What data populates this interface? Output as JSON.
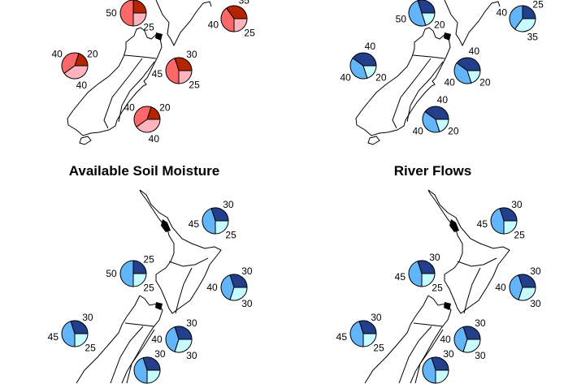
{
  "colors": {
    "temperature_like": {
      "above": "#B52300",
      "near": "#FF6868",
      "below": "#FFB3BC"
    },
    "water": {
      "above": "#233F8C",
      "near": "#63B5FA",
      "below": "#C6FCFF"
    },
    "outline": "#000000"
  },
  "panels": [
    {
      "title": "",
      "palette": "temperature_like",
      "pies": [
        {
          "region": "north-island-west",
          "above": 25,
          "near": 50,
          "below": 25,
          "labels_shown": [
            "near",
            "below"
          ]
        },
        {
          "region": "north-island-east",
          "above": 35,
          "near": 40,
          "below": 25
        },
        {
          "region": "south-island-west",
          "above": 20,
          "near": 40,
          "below": 40
        },
        {
          "region": "south-island-north-east",
          "above": 30,
          "near": 45,
          "below": 25
        },
        {
          "region": "south-island-south-east",
          "above": 20,
          "near": 40,
          "below": 40
        }
      ]
    },
    {
      "title": "",
      "palette": "water",
      "pies": [
        {
          "region": "north-island-west",
          "above": 30,
          "near": 50,
          "below": 20,
          "labels_shown": [
            "near",
            "below"
          ]
        },
        {
          "region": "north-island-east",
          "above": 25,
          "near": 40,
          "below": 35
        },
        {
          "region": "south-island-west",
          "above": 40,
          "near": 40,
          "below": 20
        },
        {
          "region": "south-island-north-east",
          "above": 40,
          "near": 40,
          "below": 20
        },
        {
          "region": "south-island-south-east",
          "above": 40,
          "near": 40,
          "below": 20
        }
      ]
    },
    {
      "title": "Available Soil Moisture",
      "palette": "water",
      "pies": [
        {
          "region": "north-island-north",
          "above": 30,
          "near": 45,
          "below": 25
        },
        {
          "region": "north-island-west",
          "above": 25,
          "near": 50,
          "below": 25
        },
        {
          "region": "north-island-east",
          "above": 30,
          "near": 40,
          "below": 30
        },
        {
          "region": "south-island-west",
          "above": 30,
          "near": 45,
          "below": 25
        },
        {
          "region": "south-island-north-east",
          "above": 30,
          "near": 40,
          "below": 30
        },
        {
          "region": "south-island-south-east",
          "above": 30,
          "labels_shown": [
            "above"
          ]
        }
      ]
    },
    {
      "title": "River Flows",
      "palette": "water",
      "pies": [
        {
          "region": "north-island-north",
          "above": 30,
          "near": 45,
          "below": 25
        },
        {
          "region": "north-island-west",
          "above": 30,
          "near": 45,
          "below": 25
        },
        {
          "region": "north-island-east",
          "above": 30,
          "near": 40,
          "below": 30
        },
        {
          "region": "south-island-west",
          "above": 30,
          "near": 45,
          "below": 25
        },
        {
          "region": "south-island-north-east",
          "above": 30,
          "near": 40,
          "below": 30
        },
        {
          "region": "south-island-south-east",
          "above": 30,
          "labels_shown": [
            "above"
          ]
        }
      ]
    }
  ]
}
